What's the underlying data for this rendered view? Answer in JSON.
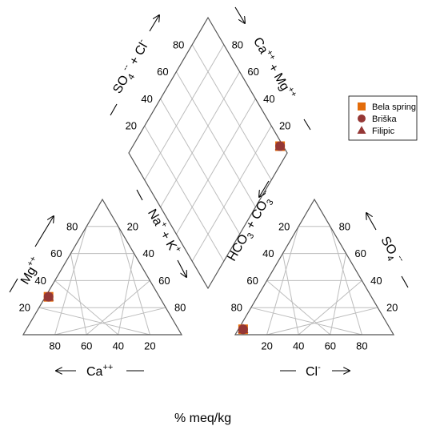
{
  "chart_data": {
    "type": "piper",
    "footer_label": "% meq/kg",
    "ticks": [
      "20",
      "40",
      "60",
      "80"
    ],
    "axis_labels": {
      "mg": "Mg",
      "mg_sup": "++",
      "ca": "Ca",
      "ca_sup": "++",
      "nak": "Na",
      "nak_sup": "+",
      "nak_plus": " + K",
      "nak_sup2": "+",
      "hco3": "HCO",
      "hco3_sub": "3",
      "hco3_plus": " + CO",
      "hco3_sub2": "3",
      "hco3_sup2": "--",
      "so4": "SO",
      "so4_sub": "4",
      "so4_sup": "--",
      "cl": "Cl",
      "cl_sup": "-",
      "so4cl": "SO",
      "so4cl_sub": "4",
      "so4cl_sup": "--",
      "so4cl_plus": " + Cl",
      "so4cl_sup2": "-",
      "camg": "Ca",
      "camg_sup": "++",
      "camg_plus": " + Mg",
      "camg_sup2": "++"
    },
    "legend": {
      "position": "right",
      "entries": [
        {
          "label": "Bela spring",
          "marker": "square",
          "color": "#e36c0a"
        },
        {
          "label": "Briška",
          "marker": "circle",
          "color": "#953735"
        },
        {
          "label": "Filipic",
          "marker": "triangle",
          "color": "#953735"
        }
      ]
    },
    "series": [
      {
        "name": "Bela spring",
        "marker": "square",
        "color": "#e36c0a",
        "cation": {
          "ca": 70,
          "mg": 28,
          "nak": 2
        },
        "anion": {
          "hco3": 93,
          "so4": 4,
          "cl": 3
        }
      },
      {
        "name": "Briška",
        "marker": "circle",
        "color": "#953735",
        "cation": {
          "ca": 70,
          "mg": 28,
          "nak": 2
        },
        "anion": {
          "hco3": 93,
          "so4": 4,
          "cl": 3
        }
      },
      {
        "name": "Filipic",
        "marker": "triangle",
        "color": "#953735",
        "cation": {
          "ca": 70,
          "mg": 28,
          "nak": 2
        },
        "anion": {
          "hco3": 93,
          "so4": 4,
          "cl": 3
        }
      }
    ]
  }
}
